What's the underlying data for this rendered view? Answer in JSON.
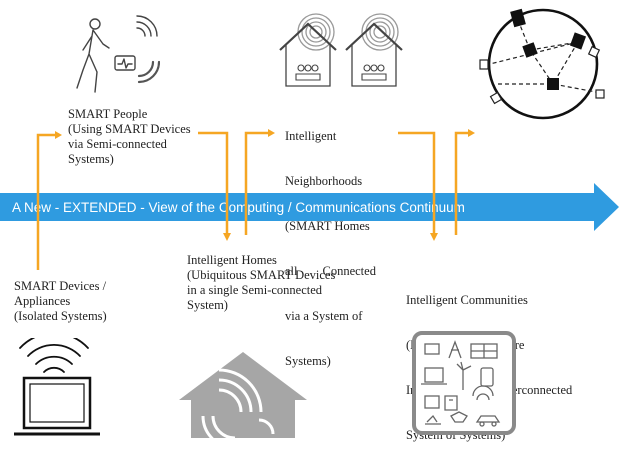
{
  "banner": {
    "text": "A New  - EXTENDED - View of the Computing / Communications Continuum",
    "color": "#2f9be0"
  },
  "connector_color": "#f5a623",
  "stages": {
    "smart_devices": {
      "lines": [
        "SMART Devices /",
        "Appliances",
        "(Isolated Systems)"
      ],
      "icon": "laptop-wifi-icon"
    },
    "smart_people": {
      "lines": [
        "SMART People",
        "(Using SMART Devices",
        "via Semi-connected",
        "Systems)"
      ],
      "icon": "walking-person-icon"
    },
    "intelligent_homes": {
      "lines": [
        "Intelligent Homes",
        "(Ubiquitous SMART Devices",
        "in a single Semi-connected",
        "System)"
      ],
      "icon": "house-signal-icon"
    },
    "intelligent_neighborhoods": {
      "lines": [
        "Intelligent",
        "Neighborhoods",
        "(SMART Homes",
        "all        Connected",
        "via a System of",
        "Systems)"
      ],
      "icon": "two-houses-icon"
    },
    "intelligent_communities": {
      "lines": [
        "Intelligent Communities",
        "(Mega-SMART, Secure",
        "Infrastructures  in Interconnected",
        "System of Systems)"
      ],
      "icon": "community-grid-icon"
    },
    "network_globe": {
      "icon": "network-globe-icon"
    }
  }
}
